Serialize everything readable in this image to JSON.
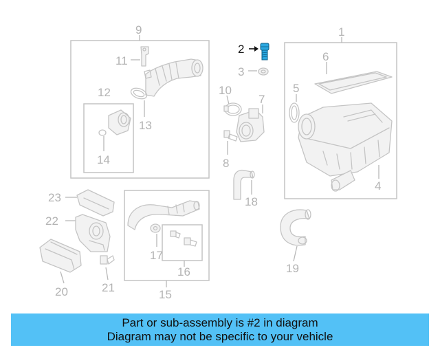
{
  "callouts": {
    "n1": "1",
    "n2": "2",
    "n3": "3",
    "n4": "4",
    "n5": "5",
    "n6": "6",
    "n7": "7",
    "n8": "8",
    "n9": "9",
    "n10": "10",
    "n11": "11",
    "n12": "12",
    "n13": "13",
    "n14": "14",
    "n15": "15",
    "n16": "16",
    "n17": "17",
    "n18": "18",
    "n19": "19",
    "n20": "20",
    "n21": "21",
    "n22": "22",
    "n23": "23"
  },
  "highlight": {
    "part": "2",
    "color": "#2aa7e0"
  },
  "banner": {
    "line1": "Part or sub-assembly is #2 in diagram",
    "line2": "Diagram may not be specific to your vehicle",
    "color": "#53c1f6"
  }
}
